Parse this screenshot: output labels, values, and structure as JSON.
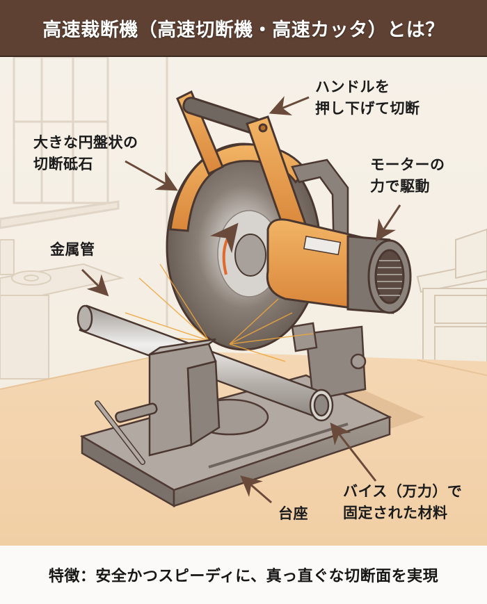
{
  "header": {
    "title": "高速裁断機（高速切断機・高速カッタ）とは？"
  },
  "labels": {
    "handle": {
      "line1": "ハンドルを",
      "line2": "押し下げて切断"
    },
    "disc": {
      "line1": "大きな円盤状の",
      "line2": "切断砥石"
    },
    "motor": {
      "line1": "モーターの",
      "line2": "力で駆動"
    },
    "pipe": {
      "line1": "金属管"
    },
    "vise": {
      "line1": "バイス（万力）で",
      "line2": "固定された材料"
    },
    "base": {
      "line1": "台座"
    }
  },
  "footer": {
    "text": "特徴：安全かつスピーディに、真っ直ぐな切断面を実現"
  },
  "colors": {
    "title_bg": "#5e4133",
    "machine_orange": "#e39a45",
    "metal_gray": "#8d8680",
    "floor": "#f3d3ad",
    "wall": "#f7f2ea",
    "arrow": "#6a4a3a",
    "rotation_arrow": "#e06a2e"
  }
}
